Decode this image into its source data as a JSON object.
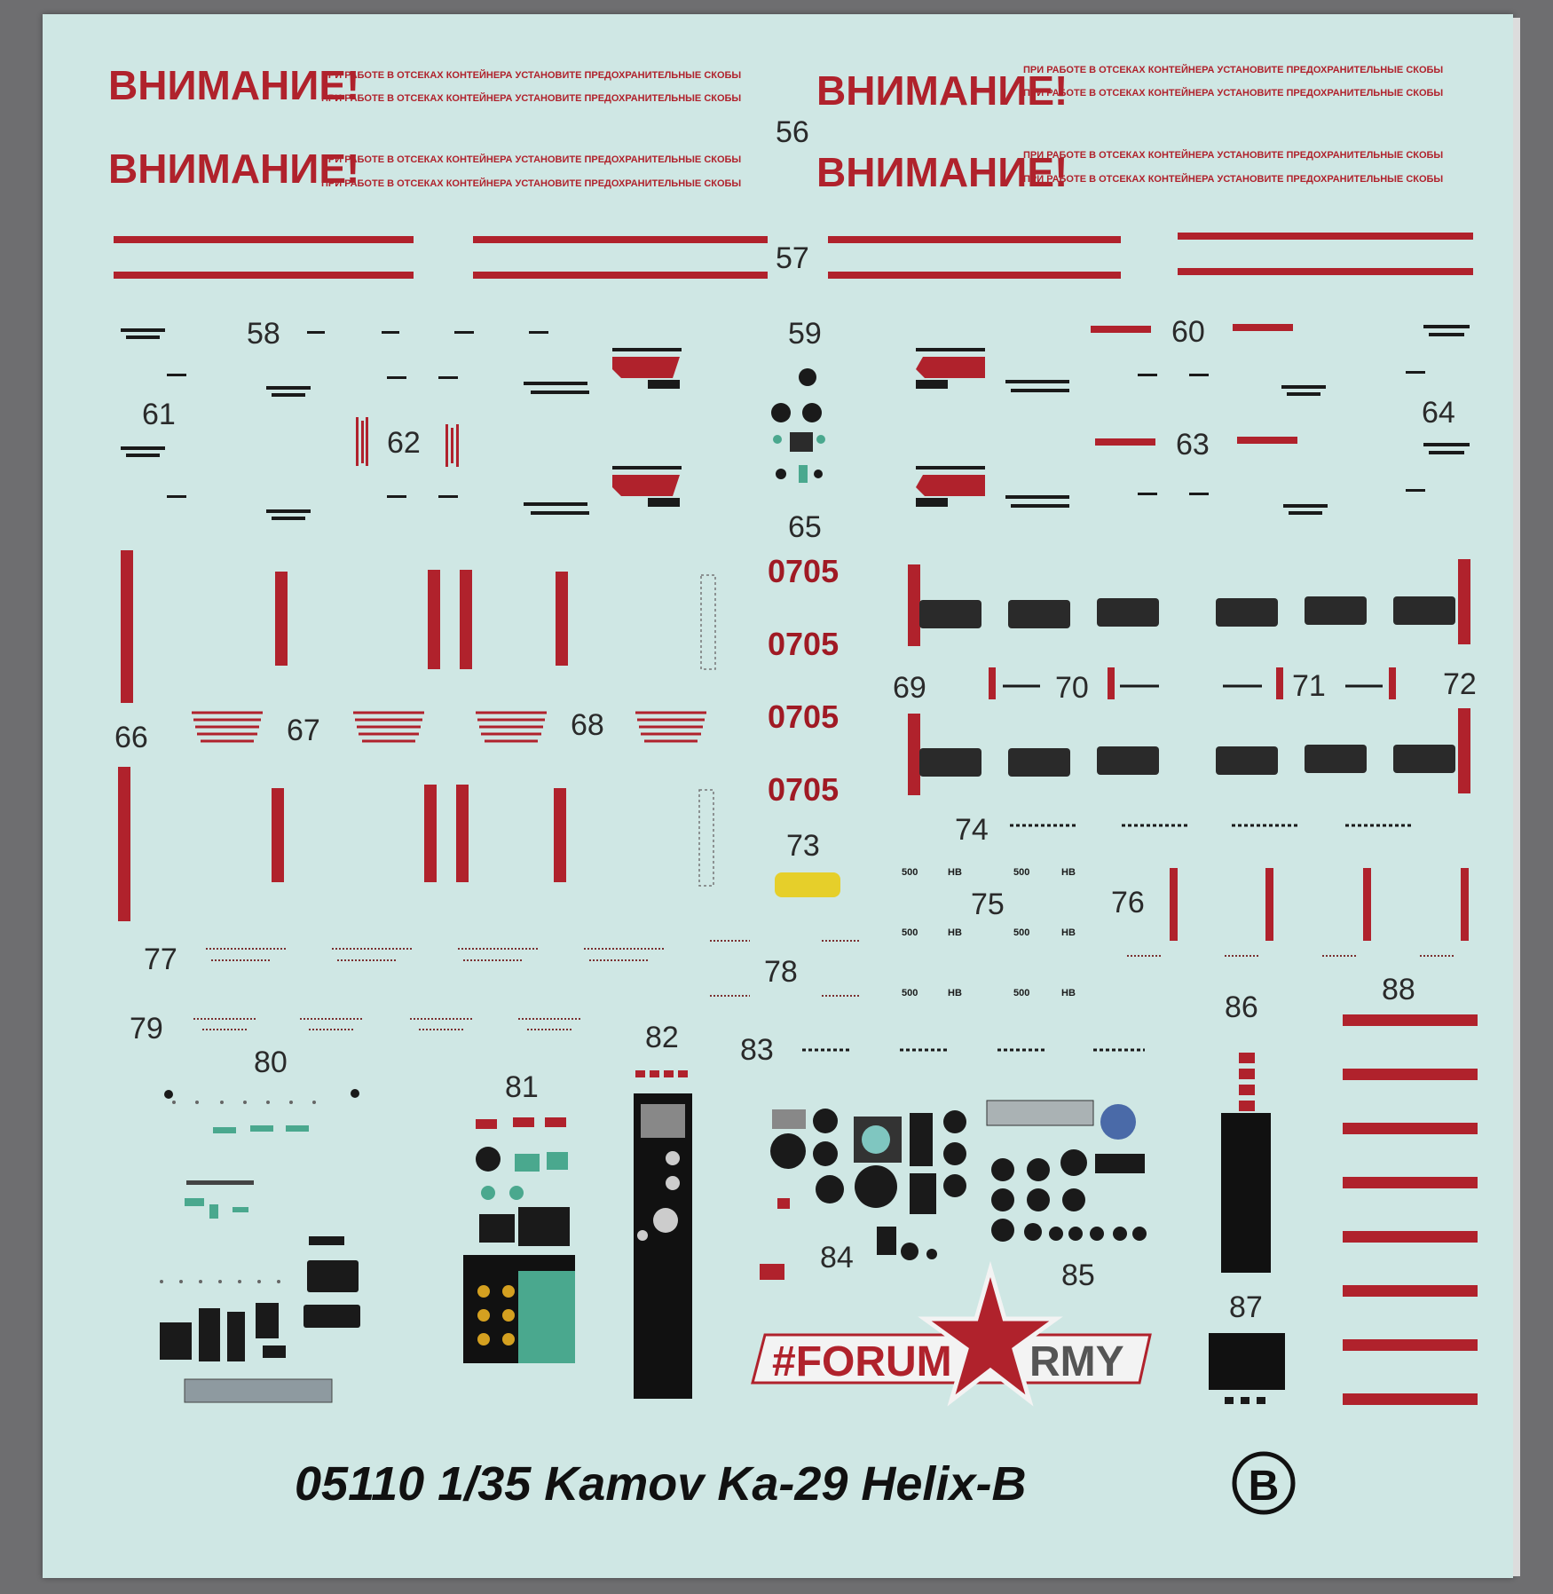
{
  "sheet": {
    "title": "05110 1/35 Kamov Ka-29 Helix-B",
    "sheet_letter": "B",
    "logo_hash": "#FORUM",
    "logo_rmy": "RMY"
  },
  "warnings": {
    "heading": "ВНИМАНИЕ!",
    "line1": "ПРИ РАБОТЕ В ОТСЕКАХ КОНТЕЙНЕРА УСТАНОВИТЕ ПРЕДОХРАНИТЕЛЬНЫЕ СКОБЫ",
    "line2": "ПРИ РАБОТЕ В ОТСЕКАХ КОНТЕЙНЕРА УСТАНОВИТЕ ПРЕДОХРАНИТЕЛЬНЫЕ СКОБЫ"
  },
  "codes": [
    "0705",
    "0705",
    "0705",
    "0705"
  ],
  "decal_numbers": [
    "56",
    "57",
    "58",
    "59",
    "60",
    "61",
    "62",
    "63",
    "64",
    "65",
    "66",
    "67",
    "68",
    "69",
    "70",
    "71",
    "72",
    "73",
    "74",
    "75",
    "76",
    "77",
    "78",
    "79",
    "80",
    "81",
    "82",
    "83",
    "84",
    "85",
    "86",
    "87",
    "88"
  ],
  "small_labels": {
    "load": "500",
    "unit": "НВ"
  },
  "colors": {
    "sheet": "#cfe7e4",
    "red": "#b0222c",
    "dark": "#1a1a1a",
    "yellow": "#e6cf2a",
    "teal": "#4aa88e"
  }
}
